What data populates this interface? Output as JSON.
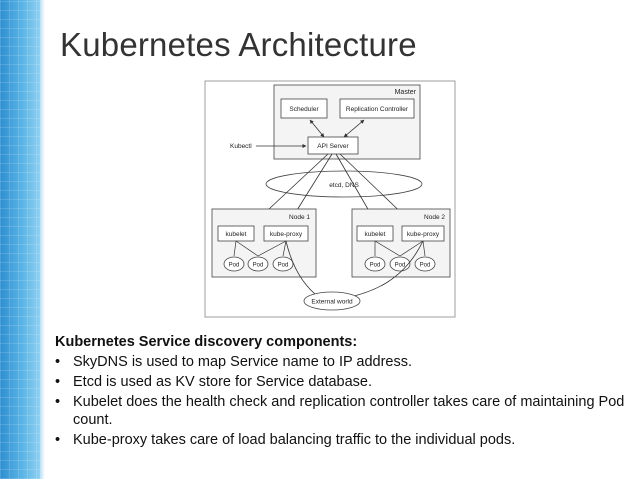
{
  "slide": {
    "title": "Kubernetes Architecture"
  },
  "diagram": {
    "master_label": "Master",
    "scheduler_label": "Scheduler",
    "replication_controller_label": "Replication Controller",
    "kubectl_label": "Kubectl",
    "api_server_label": "API Server",
    "etcd_dns_label": "etcd,  DNS",
    "node1": {
      "label": "Node 1",
      "kubelet_label": "kubelet",
      "kube_proxy_label": "kube-proxy",
      "pods": [
        "Pod",
        "Pod",
        "Pod"
      ]
    },
    "node2": {
      "label": "Node 2",
      "kubelet_label": "kubelet",
      "kube_proxy_label": "kube-proxy",
      "pods": [
        "Pod",
        "Pod",
        "Pod"
      ]
    },
    "external_world_label": "External world"
  },
  "body": {
    "heading": "Kubernetes Service discovery components:",
    "bullets": [
      "SkyDNS is used to map Service name to IP address.",
      "Etcd is used as KV store for Service database.",
      "Kubelet does the health check and replication controller takes care of maintaining Pod count.",
      "Kube-proxy takes care of load balancing traffic to the individual pods."
    ]
  }
}
